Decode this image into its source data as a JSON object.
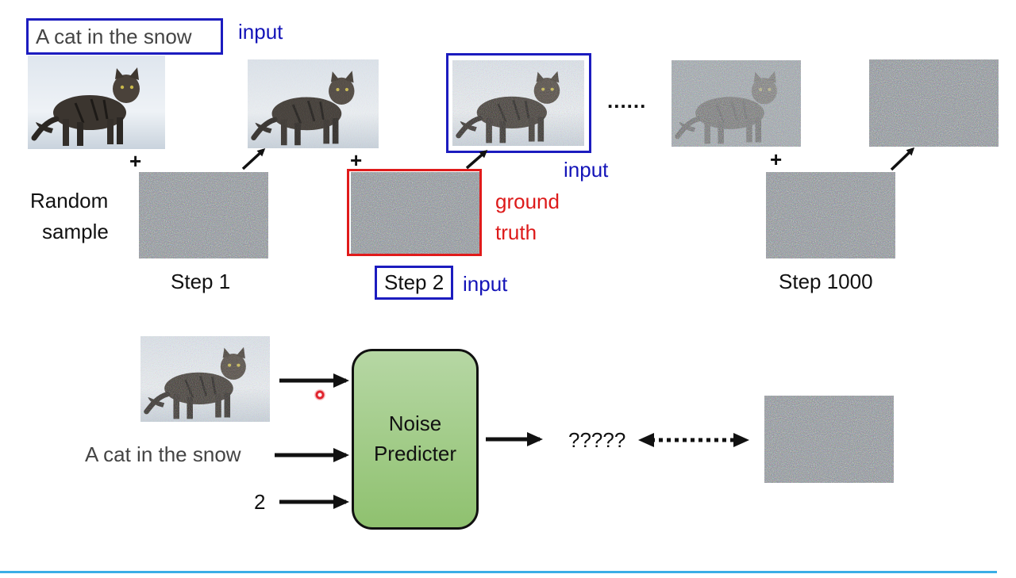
{
  "prompt_text": "A cat in the snow",
  "label_input": "input",
  "label_random_sample": [
    "Random",
    "sample"
  ],
  "label_ground_truth": [
    "ground",
    "truth"
  ],
  "steps": {
    "step1": "Step 1",
    "step2": "Step 2",
    "step1000": "Step 1000"
  },
  "ellipsis": "......",
  "plus": "+",
  "predictor": {
    "line1": "Noise",
    "line2": "Predicter"
  },
  "bottom_inputs": {
    "text": "A cat in the snow",
    "step_number": "2"
  },
  "prediction": "?????",
  "colors": {
    "input_blue": "#1c1cbf",
    "ground_truth_red": "#e01b1b",
    "predictor_green": "#a3cc8a",
    "rule_blue": "#3aaee6"
  }
}
